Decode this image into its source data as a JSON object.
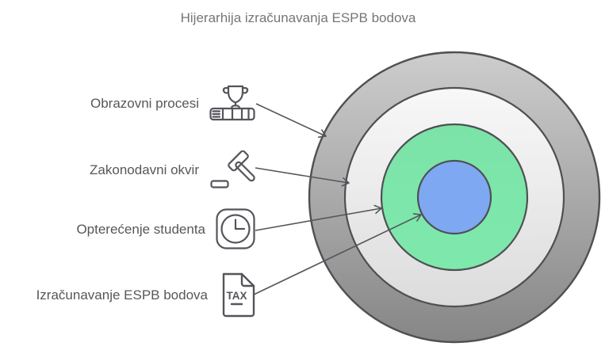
{
  "title": "Hijerarhija izračunavanja ESPB bodova",
  "diagram": {
    "type": "onion-hierarchy",
    "levels": [
      {
        "label": "Obrazovni procesi",
        "icon": "trophy-on-books-icon",
        "ring": "outer",
        "fill_top": "#cdcdcd",
        "fill_bottom": "#868686"
      },
      {
        "label": "Zakonodavni okvir",
        "icon": "gavel-icon",
        "ring": "second",
        "fill_top": "#f8f8f8",
        "fill_bottom": "#dcdcdc"
      },
      {
        "label": "Opterećenje studenta",
        "icon": "clock-icon",
        "ring": "third",
        "fill_top": "#7ce3a7",
        "fill_bottom": "#7ee9ad"
      },
      {
        "label": "Izračunavanje ESPB bodova",
        "icon": "tax-document-icon",
        "icon_text": "TAX",
        "ring": "center",
        "fill": "#7ea8f2"
      }
    ],
    "outline_color": "#4e5054",
    "arrow_color": "#54565a",
    "label_text_color": "#55575a",
    "title_color": "#747678"
  }
}
